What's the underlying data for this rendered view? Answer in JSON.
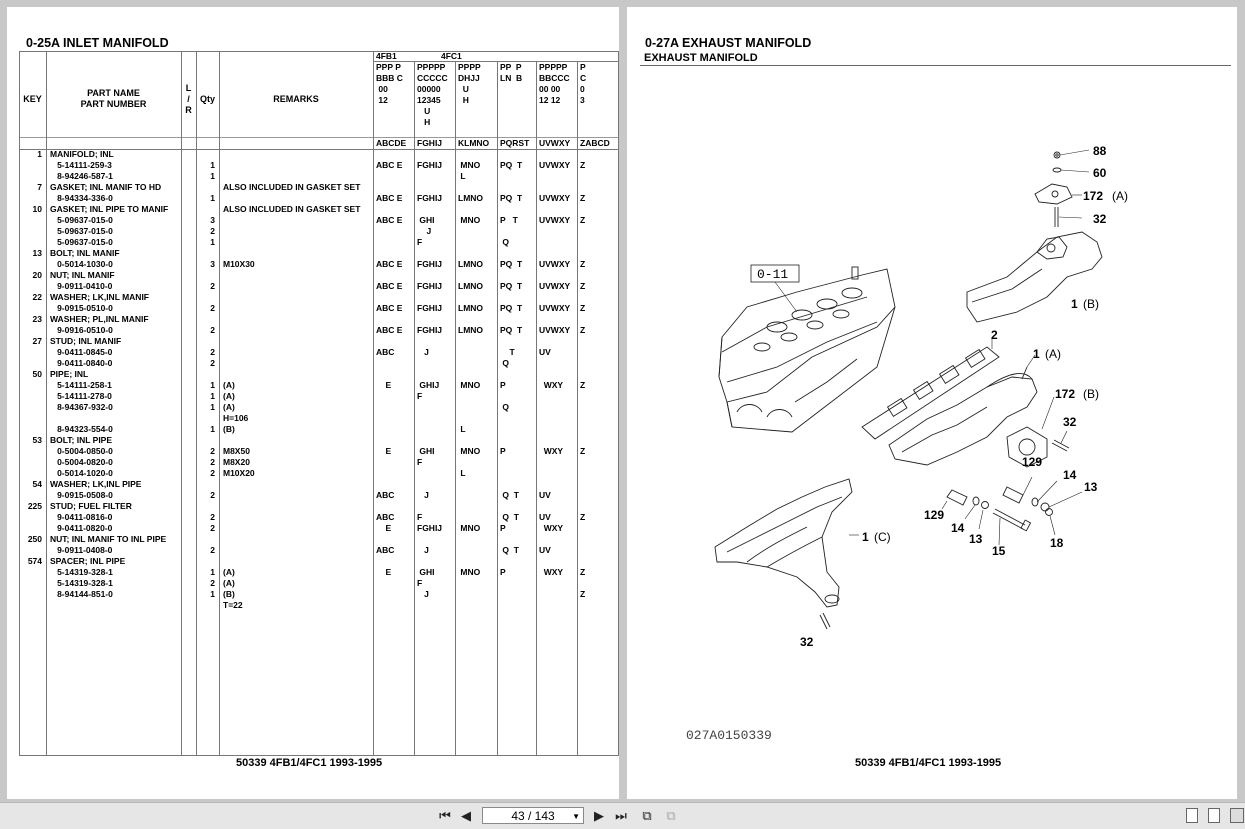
{
  "left": {
    "title": "0-25A  INLET MANIFOLD",
    "headers": {
      "key": "KEY",
      "part_name": "PART NAME",
      "part_number": "PART NUMBER",
      "lr_l": "L",
      "lr_sep": "/",
      "lr_r": "R",
      "qty": "Qty",
      "remarks": "REMARKS",
      "group_4fb1": "4FB1",
      "group_4fc1": "4FC1"
    },
    "code_columns": [
      {
        "top": "PPP P\nBBB C\n 00\n 12",
        "letters": "ABCDE"
      },
      {
        "top": "PPPPP\nCCCCC\n00000\n12345\n   U\n   H",
        "letters": "FGHIJ"
      },
      {
        "top": "PPPP\nDHJJ\n  U\n  H",
        "letters": "KLMNO"
      },
      {
        "top": "PP  P\nLN  B",
        "letters": "PQRST"
      },
      {
        "top": "PPPPP\nBBCCC\n00 00\n12 12",
        "letters": "UVWXY"
      },
      {
        "top": "P\nC\n0\n3",
        "letters": "ZABCD"
      }
    ],
    "rows": [
      {
        "key": "1",
        "desc": "MANIFOLD; INL"
      },
      {
        "desc": "   5-14111-259-3",
        "qty": "1",
        "c1": "ABC E",
        "c2": "FGHIJ",
        "c3": " MNO",
        "c4": "PQ  T",
        "c5": "UVWXY",
        "c6": "Z"
      },
      {
        "desc": "   8-94246-587-1",
        "qty": "1",
        "c3": " L"
      },
      {
        "key": "7",
        "desc": "GASKET; INL MANIF TO HD",
        "remarks": "ALSO INCLUDED IN GASKET SET"
      },
      {
        "desc": "   8-94334-336-0",
        "qty": "1",
        "c1": "ABC E",
        "c2": "FGHIJ",
        "c3": "LMNO",
        "c4": "PQ  T",
        "c5": "UVWXY",
        "c6": "Z"
      },
      {
        "key": "10",
        "desc": "GASKET; INL PIPE TO MANIF",
        "remarks": "ALSO INCLUDED IN GASKET SET"
      },
      {
        "desc": "   5-09637-015-0",
        "qty": "3",
        "c1": "ABC E",
        "c2": " GHI",
        "c3": " MNO",
        "c4": "P   T",
        "c5": "UVWXY",
        "c6": "Z"
      },
      {
        "desc": "   5-09637-015-0",
        "qty": "2",
        "c2": "    J"
      },
      {
        "desc": "   5-09637-015-0",
        "qty": "1",
        "c2": "F",
        "c4": " Q"
      },
      {
        "key": "13",
        "desc": "BOLT; INL MANIF"
      },
      {
        "desc": "   0-5014-1030-0",
        "qty": "3",
        "remarks": "M10X30",
        "c1": "ABC E",
        "c2": "FGHIJ",
        "c3": "LMNO",
        "c4": "PQ  T",
        "c5": "UVWXY",
        "c6": "Z"
      },
      {
        "key": "20",
        "desc": "NUT; INL MANIF"
      },
      {
        "desc": "   9-0911-0410-0",
        "qty": "2",
        "c1": "ABC E",
        "c2": "FGHIJ",
        "c3": "LMNO",
        "c4": "PQ  T",
        "c5": "UVWXY",
        "c6": "Z"
      },
      {
        "key": "22",
        "desc": "WASHER; LK,INL MANIF"
      },
      {
        "desc": "   9-0915-0510-0",
        "qty": "2",
        "c1": "ABC E",
        "c2": "FGHIJ",
        "c3": "LMNO",
        "c4": "PQ  T",
        "c5": "UVWXY",
        "c6": "Z"
      },
      {
        "key": "23",
        "desc": "WASHER; PL,INL MANIF"
      },
      {
        "desc": "   9-0916-0510-0",
        "qty": "2",
        "c1": "ABC E",
        "c2": "FGHIJ",
        "c3": "LMNO",
        "c4": "PQ  T",
        "c5": "UVWXY",
        "c6": "Z"
      },
      {
        "key": "27",
        "desc": "STUD; INL MANIF"
      },
      {
        "desc": "   9-0411-0845-0",
        "qty": "2",
        "c1": "ABC",
        "c2": "   J",
        "c4": "    T",
        "c5": "UV"
      },
      {
        "desc": "   9-0411-0840-0",
        "qty": "2",
        "c4": " Q"
      },
      {
        "key": "50",
        "desc": "PIPE; INL"
      },
      {
        "desc": "   5-14111-258-1",
        "qty": "1",
        "remarks": "(A)",
        "c1": "    E",
        "c2": " GHIJ",
        "c3": " MNO",
        "c4": "P",
        "c5": "  WXY",
        "c6": "Z"
      },
      {
        "desc": "   5-14111-278-0",
        "qty": "1",
        "remarks": "(A)",
        "c2": "F"
      },
      {
        "desc": "   8-94367-932-0",
        "qty": "1",
        "remarks": "(A)",
        "c4": " Q"
      },
      {
        "remarks": "H=106"
      },
      {
        "desc": "   8-94323-554-0",
        "qty": "1",
        "remarks": "(B)",
        "c3": " L"
      },
      {
        "key": "53",
        "desc": "BOLT; INL PIPE"
      },
      {
        "desc": "   0-5004-0850-0",
        "qty": "2",
        "remarks": "M8X50",
        "c1": "    E",
        "c2": " GHI",
        "c3": " MNO",
        "c4": "P",
        "c5": "  WXY",
        "c6": "Z"
      },
      {
        "desc": "   0-5004-0820-0",
        "qty": "2",
        "remarks": "M8X20",
        "c2": "F"
      },
      {
        "desc": "   0-5014-1020-0",
        "qty": "2",
        "remarks": "M10X20",
        "c3": " L"
      },
      {
        "key": "54",
        "desc": "WASHER; LK,INL PIPE"
      },
      {
        "desc": "   9-0915-0508-0",
        "qty": "2",
        "c1": "ABC",
        "c2": "   J",
        "c4": " Q  T",
        "c5": "UV"
      },
      {
        "key": "225",
        "desc": "STUD; FUEL FILTER"
      },
      {
        "desc": "   9-0411-0816-0",
        "qty": "2",
        "c1": "ABC",
        "c2": "F",
        "c4": " Q  T",
        "c5": "UV",
        "c6": "Z"
      },
      {
        "desc": "   9-0411-0820-0",
        "qty": "2",
        "c1": "    E",
        "c2": "FGHIJ",
        "c3": " MNO",
        "c4": "P",
        "c5": "  WXY"
      },
      {
        "key": "250",
        "desc": "NUT; INL MANIF TO INL PIPE"
      },
      {
        "desc": "   9-0911-0408-0",
        "qty": "2",
        "c1": "ABC",
        "c2": "   J",
        "c4": " Q  T",
        "c5": "UV"
      },
      {
        "key": "574",
        "desc": "SPACER; INL PIPE"
      },
      {
        "desc": "   5-14319-328-1",
        "qty": "1",
        "remarks": "(A)",
        "c1": "    E",
        "c2": " GHI",
        "c3": " MNO",
        "c4": "P",
        "c5": "  WXY",
        "c6": "Z"
      },
      {
        "desc": "   5-14319-328-1",
        "qty": "2",
        "remarks": "(A)",
        "c2": "F"
      },
      {
        "desc": "   8-94144-851-0",
        "qty": "1",
        "remarks": "(B)",
        "c2": "   J",
        "c6": "Z"
      },
      {
        "remarks": "T=22"
      }
    ],
    "footer": "50339 4FB1/4FC1 1993-1995"
  },
  "right": {
    "title": "0-27A  EXHAUST MANIFOLD",
    "subtitle": "EXHAUST MANIFOLD",
    "footer": "50339 4FB1/4FC1 1993-1995",
    "diagram_code": "027A0150339",
    "ref_box": "0-11",
    "callouts": {
      "c88": "88",
      "c60": "60",
      "c172a": "172",
      "c172a_s": "(A)",
      "c32a": "32",
      "c1b": "1",
      "c1b_s": "(B)",
      "c2": "2",
      "c1a": "1",
      "c1a_s": "(A)",
      "c172b": "172",
      "c172b_s": "(B)",
      "c32b": "32",
      "c129a": "129",
      "c14a": "14",
      "c13a": "13",
      "c129b": "129",
      "c14b": "14",
      "c13b": "13",
      "c15": "15",
      "c18": "18",
      "c1c": "1",
      "c1c_s": "(C)",
      "c32c": "32"
    }
  },
  "toolbar": {
    "page_indicator": "43 / 143",
    "first": "⏮",
    "prev": "◀",
    "next": "▶",
    "last": "⏭"
  }
}
